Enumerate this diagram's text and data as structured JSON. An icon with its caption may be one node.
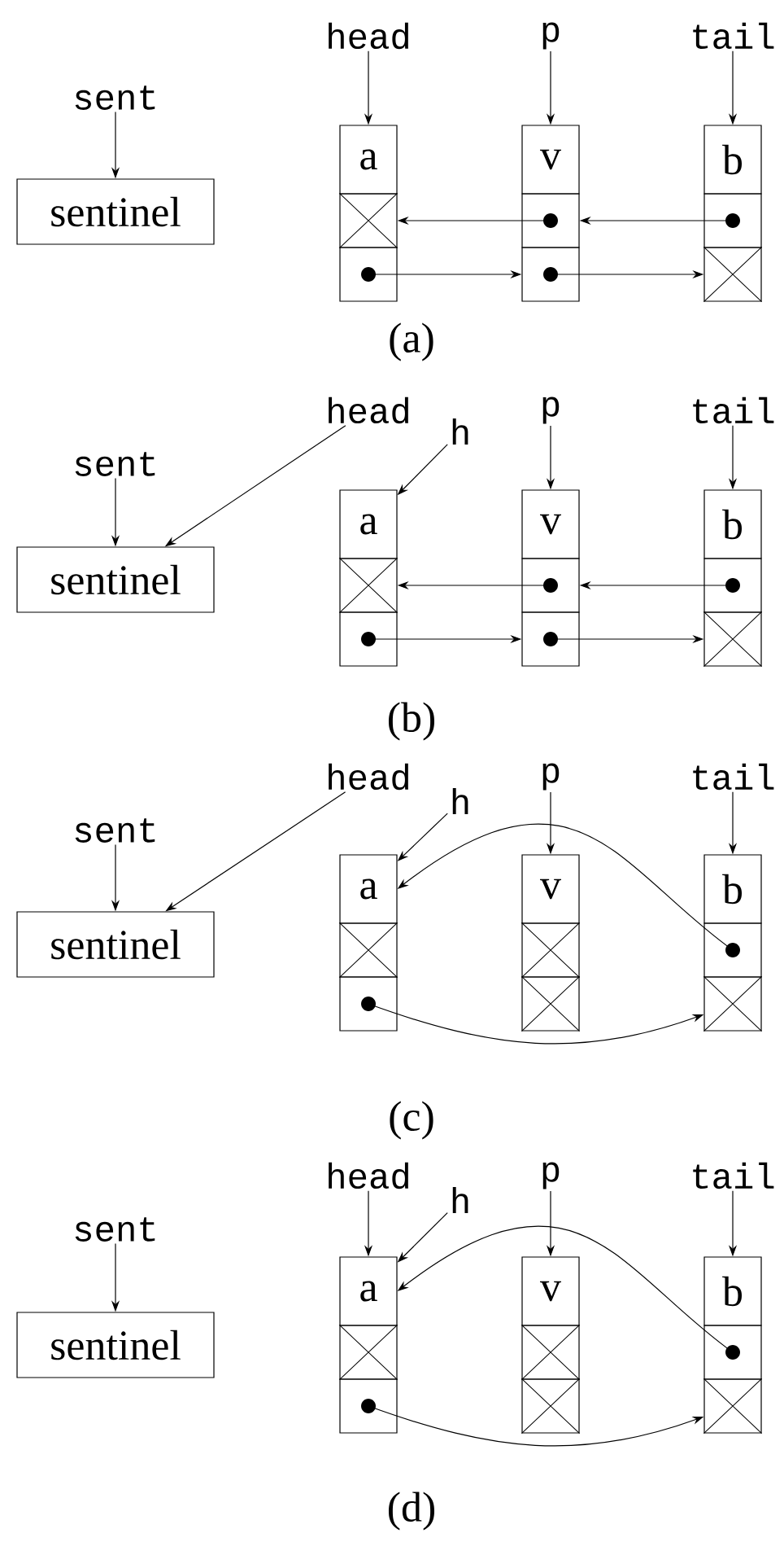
{
  "diagram": {
    "nodes": [
      {
        "text": [
          "sent"
        ]
      },
      {
        "text": [
          "sentinel"
        ]
      },
      {
        "text": [
          "head"
        ]
      },
      {
        "text": [
          "p"
        ]
      },
      {
        "text": [
          "tail"
        ]
      },
      {
        "text": [
          "a"
        ]
      },
      {
        "text": [],
        "shape": "box"
      },
      {
        "text": [],
        "shape": "box"
      },
      {
        "text": [
          "v"
        ]
      },
      {
        "text": [],
        "shape": "box"
      },
      {
        "text": [],
        "shape": "box"
      },
      {
        "text": [
          "b"
        ]
      },
      {
        "text": [],
        "shape": "box"
      },
      {
        "text": [],
        "shape": "box"
      },
      {
        "text": [
          "sent"
        ]
      },
      {
        "text": [
          "sentinel"
        ]
      },
      {
        "text": [
          "head"
        ]
      },
      {
        "text": [
          "h"
        ]
      },
      {
        "text": [
          "p"
        ]
      },
      {
        "text": [
          "tail"
        ]
      },
      {
        "text": [
          "a"
        ]
      },
      {
        "text": [],
        "shape": "box"
      },
      {
        "text": [],
        "shape": "box"
      },
      {
        "text": [
          "v"
        ]
      },
      {
        "text": [],
        "shape": "box"
      },
      {
        "text": [],
        "shape": "box"
      },
      {
        "text": [
          "b"
        ]
      },
      {
        "text": [],
        "shape": "box"
      },
      {
        "text": [],
        "shape": "box"
      },
      {
        "text": [
          "sent"
        ]
      },
      {
        "text": [
          "sentinel"
        ]
      },
      {
        "text": [
          "head"
        ]
      },
      {
        "text": [
          "h"
        ]
      },
      {
        "text": [
          "p"
        ]
      },
      {
        "text": [
          "tail"
        ]
      },
      {
        "text": [
          "a"
        ]
      },
      {
        "text": [],
        "shape": "box"
      },
      {
        "text": [],
        "shape": "box"
      },
      {
        "text": [
          "v"
        ]
      },
      {
        "text": [],
        "shape": "box"
      },
      {
        "text": [],
        "shape": "box"
      },
      {
        "text": [
          "b"
        ]
      },
      {
        "text": [],
        "shape": "box"
      },
      {
        "text": [],
        "shape": "box"
      },
      {
        "text": [
          "sent"
        ]
      },
      {
        "text": [
          "sentinel"
        ]
      },
      {
        "text": [
          "head"
        ]
      },
      {
        "text": [
          "h"
        ]
      },
      {
        "text": [
          "p"
        ]
      },
      {
        "text": [
          "tail"
        ]
      },
      {
        "text": [
          "a"
        ]
      },
      {
        "text": [],
        "shape": "box"
      },
      {
        "text": [],
        "shape": "box"
      },
      {
        "text": [
          "v"
        ]
      },
      {
        "text": [],
        "shape": "box"
      },
      {
        "text": [],
        "shape": "box"
      },
      {
        "text": [
          "b"
        ]
      },
      {
        "text": [],
        "shape": "box"
      },
      {
        "text": [],
        "shape": "box"
      }
    ],
    "edges": [
      {
        "from": 0,
        "to": 1,
        "arrow": "to"
      },
      {
        "from": 2,
        "to": 5,
        "arrow": "to"
      },
      {
        "from": 3,
        "to": 8,
        "arrow": "to"
      },
      {
        "from": 4,
        "to": 11,
        "arrow": "to"
      },
      {
        "from": 9,
        "to": 6,
        "arrow": "to"
      },
      {
        "from": 12,
        "to": 9,
        "arrow": "to"
      },
      {
        "from": 7,
        "to": 10,
        "arrow": "to"
      },
      {
        "from": 10,
        "to": 13,
        "arrow": "to"
      },
      {
        "from": 14,
        "to": 15,
        "arrow": "to"
      },
      {
        "from": 16,
        "to": 15,
        "arrow": "to"
      },
      {
        "from": 17,
        "to": 20,
        "arrow": "to"
      },
      {
        "from": 18,
        "to": 23,
        "arrow": "to"
      },
      {
        "from": 19,
        "to": 26,
        "arrow": "to"
      },
      {
        "from": 24,
        "to": 21,
        "arrow": "to"
      },
      {
        "from": 27,
        "to": 24,
        "arrow": "to"
      },
      {
        "from": 22,
        "to": 25,
        "arrow": "to"
      },
      {
        "from": 25,
        "to": 28,
        "arrow": "to"
      },
      {
        "from": 29,
        "to": 30,
        "arrow": "to"
      },
      {
        "from": 31,
        "to": 30,
        "arrow": "to"
      },
      {
        "from": 32,
        "to": 35,
        "arrow": "to"
      },
      {
        "from": 33,
        "to": 38,
        "arrow": "to"
      },
      {
        "from": 34,
        "to": 41,
        "arrow": "to"
      },
      {
        "from": 42,
        "to": 35,
        "arrow": "to"
      },
      {
        "from": 37,
        "to": 43,
        "arrow": "to"
      },
      {
        "from": 44,
        "to": 45,
        "arrow": "to"
      },
      {
        "from": 46,
        "to": 50,
        "arrow": "to"
      },
      {
        "from": 47,
        "to": 50,
        "arrow": "to"
      },
      {
        "from": 48,
        "to": 53,
        "arrow": "to"
      },
      {
        "from": 49,
        "to": 56,
        "arrow": "to"
      },
      {
        "from": 57,
        "to": 50,
        "arrow": "to"
      },
      {
        "from": 52,
        "to": 58,
        "arrow": "to"
      }
    ],
    "labels": [
      "(a)",
      "(b)",
      "(c)",
      "(d)"
    ]
  }
}
